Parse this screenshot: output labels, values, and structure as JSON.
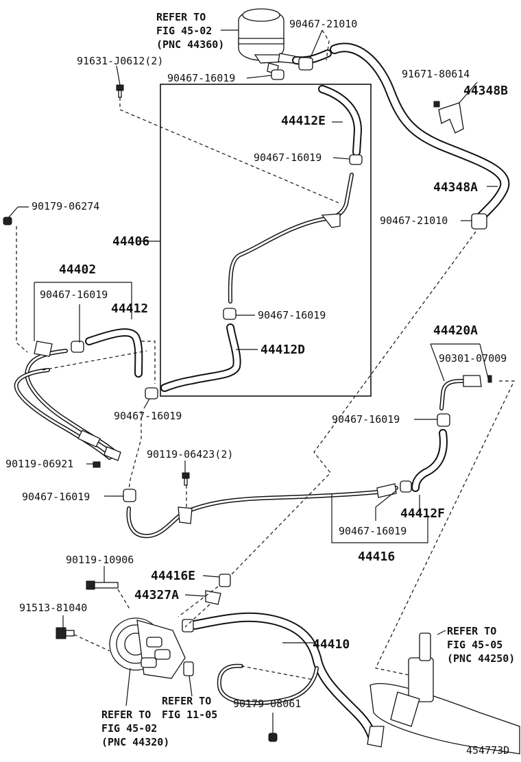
{
  "diagram_id": "454773D",
  "refs": {
    "reservoir": [
      "REFER TO",
      "FIG 45-02",
      "(PNC 44360)"
    ],
    "pump": [
      "REFER TO",
      "FIG 45-02",
      "(PNC 44320)"
    ],
    "gear": [
      "REFER TO",
      "FIG 45-05",
      "(PNC 44250)"
    ],
    "fig1105": [
      "REFER TO",
      "FIG 11-05"
    ]
  },
  "labels": {
    "p90467_21010_top": "90467-21010",
    "p91631": "91631-J0612(2)",
    "p90467_16019_res": "90467-16019",
    "p91671": "91671-80614",
    "p44348B": "44348B",
    "p44412E": "44412E",
    "p90467_16019_e": "90467-16019",
    "p44348A": "44348A",
    "p90179_06274": "90179-06274",
    "p90467_21010_mid": "90467-21010",
    "p44406": "44406",
    "p44402": "44402",
    "p90467_16019_l": "90467-16019",
    "p44412": "44412",
    "p90467_16019_d": "90467-16019",
    "p44412D": "44412D",
    "p44420A": "44420A",
    "p90301": "90301-07009",
    "p90467_16019_lb": "90467-16019",
    "p90467_16019_r": "90467-16019",
    "p90119_06921": "90119-06921",
    "p90119_06423": "90119-06423(2)",
    "p90467_16019_ll": "90467-16019",
    "p44412F": "44412F",
    "p90467_16019_b": "90467-16019",
    "p44416": "44416",
    "p90119_10906": "90119-10906",
    "p44416E": "44416E",
    "p44327A": "44327A",
    "p91513": "91513-81040",
    "p44410": "44410",
    "p90179_08061": "90179-08061"
  }
}
